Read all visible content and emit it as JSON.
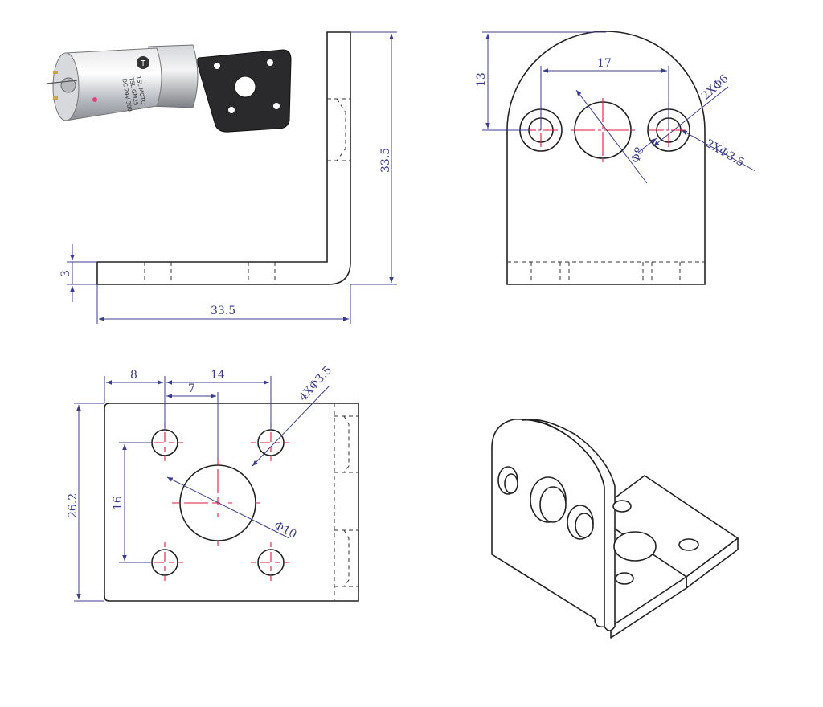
{
  "colors": {
    "line": "#222222",
    "dimension": "#3c3c8c",
    "centerline": "#e3173e"
  },
  "photo": {
    "motor_label_line1": "TSL MOTO",
    "motor_label_line2": "TSL-GM25",
    "motor_label_line3": "DC 24V 300",
    "logo_letter": "T"
  },
  "side_view": {
    "height_label": "33.5",
    "width_label": "33.5",
    "thickness_label": "3"
  },
  "front_view": {
    "height_label": "13",
    "spacing_label": "17",
    "small_hole_label": "2XΦ6",
    "screw_hole_label": "2XΦ3.5",
    "center_hole_label": "Φ8"
  },
  "top_view": {
    "offset_label": "8",
    "spacing_label": "14",
    "half_label": "7",
    "holes_label": "4XΦ3.5",
    "height_label": "26.2",
    "vertical_spacing_label": "16",
    "center_hole_label": "Φ10"
  }
}
